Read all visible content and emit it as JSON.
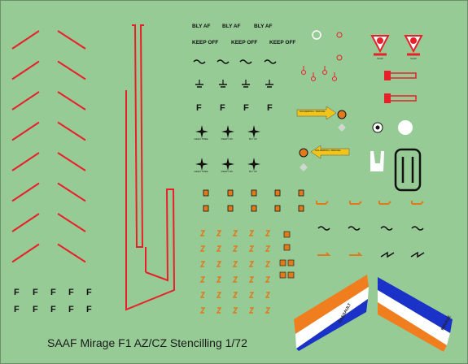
{
  "sheet": {
    "title": "SAAF Mirage F1 AZ/CZ Stencilling 1/72",
    "stencil_text": [
      "BLY AF",
      "KEEP OFF"
    ],
    "panel_captions": [
      "GEEN TREE",
      "KEEP OFF",
      "BLY AF",
      "FUEL"
    ],
    "marker_letter": "F",
    "emblem_text": [
      "SAAF",
      "SAAF"
    ],
    "flag_text": [
      "DASSAULT",
      "MIRAGE"
    ],
    "arrow_text": "SOLDERING / REFUEL"
  },
  "colors": {
    "background": "#96cb96",
    "red_stencil": "#e8202a",
    "orange_marker": "#e07a1a",
    "yellow_arrow": "#f0c419",
    "flag_orange": "#f07d1e",
    "flag_white": "#ffffff",
    "flag_blue": "#1a32c8",
    "black": "#111111"
  }
}
